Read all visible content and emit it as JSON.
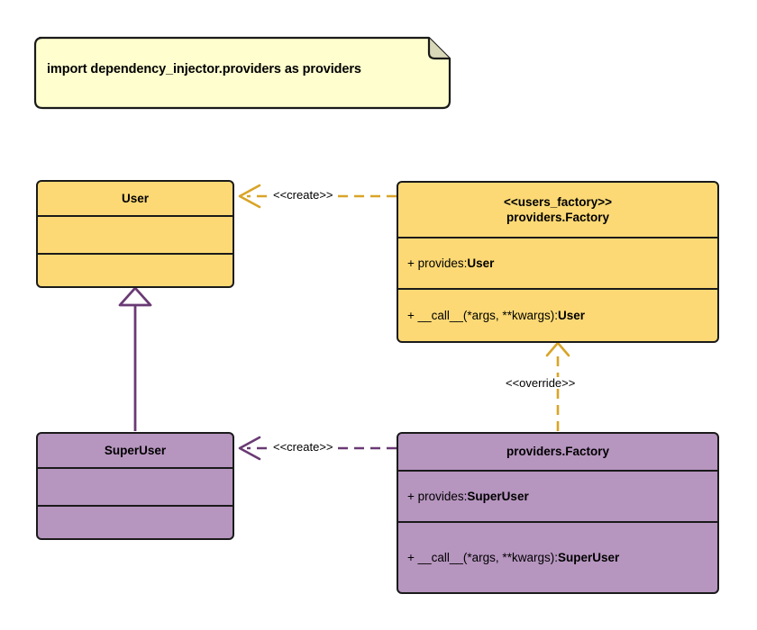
{
  "diagram": {
    "type": "uml-class-diagram",
    "background": "#ffffff",
    "colors": {
      "class_yellow_fill": "#FCD975",
      "class_purple_fill": "#B695BF",
      "note_fill": "#FEFECE",
      "border": "#1A1A1A",
      "edge_orange": "#D9A426",
      "edge_purple": "#6A3A74"
    },
    "note": {
      "name": "import-note",
      "text": "import dependency_injector.providers as providers"
    },
    "classes": [
      {
        "id": "user",
        "title_lines": [
          "User"
        ],
        "color": "yellow",
        "attributes": [],
        "operations": []
      },
      {
        "id": "users_factory",
        "title_lines": [
          "<<users_factory>>",
          "providers.Factory"
        ],
        "color": "yellow",
        "attributes": [
          {
            "sig": "+ provides: ",
            "type": "User"
          }
        ],
        "operations": [
          {
            "sig": "+ __call__(*args, **kwargs): ",
            "type": "User"
          }
        ]
      },
      {
        "id": "superuser",
        "title_lines": [
          "SuperUser"
        ],
        "color": "purple",
        "attributes": [],
        "operations": []
      },
      {
        "id": "providers_factory",
        "title_lines": [
          "providers.Factory"
        ],
        "color": "purple",
        "attributes": [
          {
            "sig": "+ provides: ",
            "type": "SuperUser"
          }
        ],
        "operations": [
          {
            "sig": "+ __call__(*args, **kwargs): ",
            "type": "SuperUser"
          }
        ]
      }
    ],
    "edges": [
      {
        "id": "create-user",
        "label": "<<create>>",
        "from": "users_factory",
        "to": "user",
        "style": "dashed",
        "arrow": "open",
        "color": "#D9A426"
      },
      {
        "id": "create-superuser",
        "label": "<<create>>",
        "from": "providers_factory",
        "to": "superuser",
        "style": "dashed",
        "arrow": "open",
        "color": "#6A3A74"
      },
      {
        "id": "override",
        "label": "<<override>>",
        "from": "providers_factory",
        "to": "users_factory",
        "style": "dashed",
        "arrow": "open",
        "color": "#D9A426"
      },
      {
        "id": "generalization",
        "label": "",
        "from": "superuser",
        "to": "user",
        "style": "solid",
        "arrow": "hollow-triangle",
        "color": "#6A3A74"
      }
    ]
  }
}
